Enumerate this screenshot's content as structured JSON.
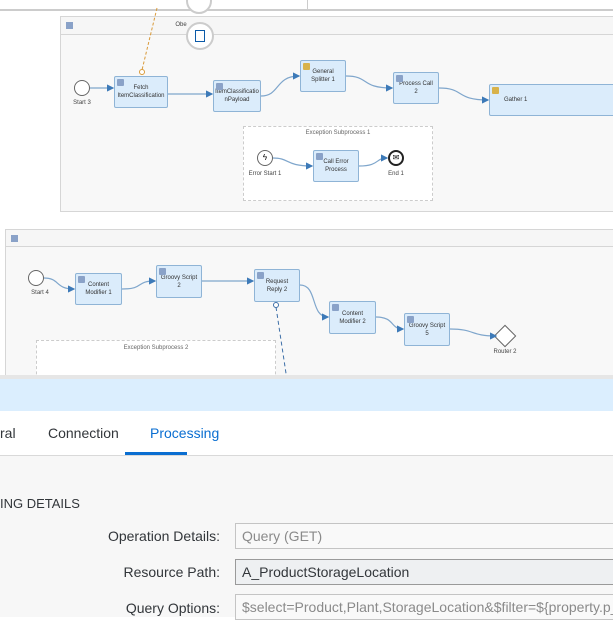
{
  "diagram": {
    "pool1": {
      "obscured_label": "Obe",
      "start": "Start 3",
      "steps": [
        "Fetch ItemClassification",
        "ItemClassificatio nPayload",
        "General Splitter 1",
        "Process Call 2",
        "Gather 1"
      ],
      "exception": {
        "title": "Exception Subprocess 1",
        "error_start": "Error Start 1",
        "call": "Call Error Process",
        "end": "End 1"
      }
    },
    "pool2": {
      "start": "Start 4",
      "steps": [
        "Content Modifier 1",
        "Groovy Script 2",
        "Request Reply 2",
        "Content Modifier 2",
        "Groovy Script 5"
      ],
      "router": "Router 2",
      "exception": {
        "title": "Exception Subprocess 2"
      }
    }
  },
  "properties": {
    "tabs": [
      {
        "label": "ral"
      },
      {
        "label": "Connection"
      },
      {
        "label": "Processing",
        "active": true
      }
    ],
    "section_title": "ING DETAILS",
    "fields": [
      {
        "label": "Operation Details:",
        "value": "Query (GET)",
        "disabled": true
      },
      {
        "label": "Resource Path:",
        "value": "A_ProductStorageLocation"
      },
      {
        "label": "Query Options:",
        "value": "$select=Product,Plant,StorageLocation&$filter=${property.p_",
        "disabled": true
      }
    ]
  },
  "colors": {
    "accent": "#0a6ed1",
    "step_fill": "#dbecfb",
    "banner": "#dbeefe"
  }
}
